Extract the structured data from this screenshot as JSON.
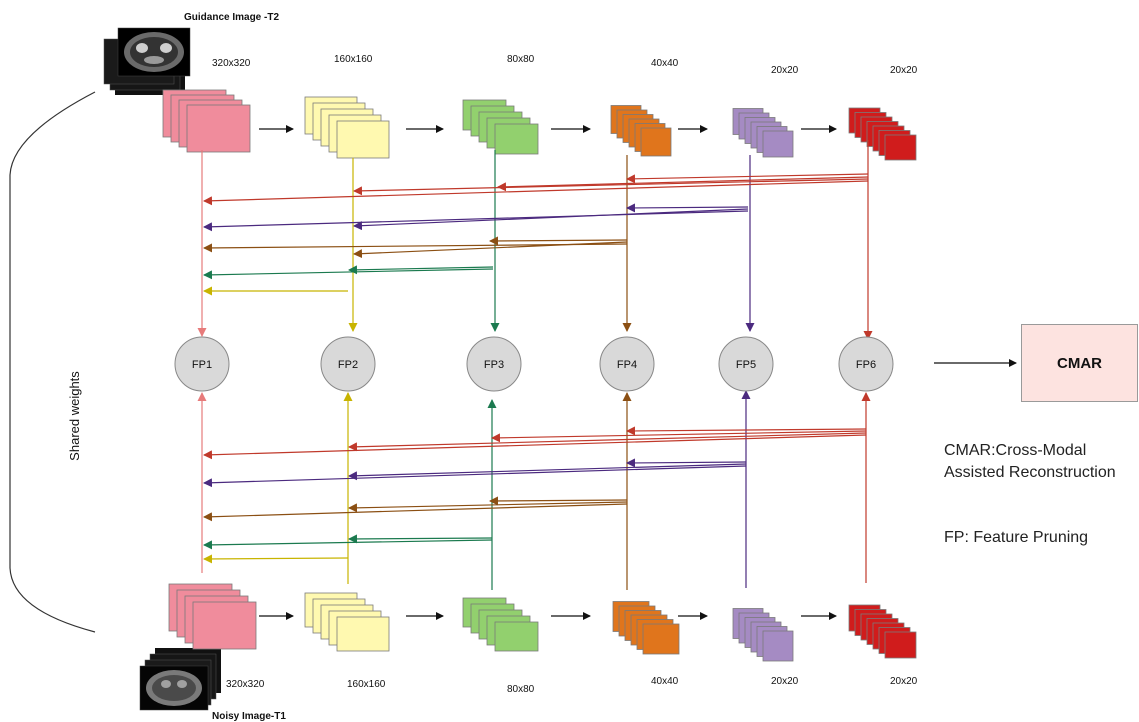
{
  "top": {
    "title": "Guidance Image -T2",
    "sizes": [
      "320x320",
      "160x160",
      "80x80",
      "40x40",
      "20x20",
      "20x20"
    ]
  },
  "bottom": {
    "title": "Noisy Image-T1",
    "sizes": [
      "320x320",
      "160x160",
      "80x80",
      "40x40",
      "20x20",
      "20x20"
    ]
  },
  "fp_nodes": [
    "FP1",
    "FP2",
    "FP3",
    "FP4",
    "FP5",
    "FP6"
  ],
  "shared_weights": "Shared weights",
  "cmar": {
    "label": "CMAR"
  },
  "legend": {
    "cmar_line1": "CMAR:Cross-Modal",
    "cmar_line2": "Assisted Reconstruction",
    "fp": "FP: Feature Pruning"
  },
  "colors": {
    "stage1": "#f08c9c",
    "stage2": "#fff9b0",
    "stage3": "#92d06e",
    "stage4": "#e0751c",
    "stage5": "#a58bc3",
    "stage6": "#d01c1c",
    "arrow_red": "#c0392b",
    "arrow_purple": "#4b2a7f",
    "arrow_brown": "#8b4f13",
    "arrow_green": "#1b7a4f",
    "arrow_yellow": "#c8b400",
    "arrow_pink": "#e77b7b",
    "fp_fill": "#d9d9d9",
    "cmar_fill": "#fde3e0"
  }
}
